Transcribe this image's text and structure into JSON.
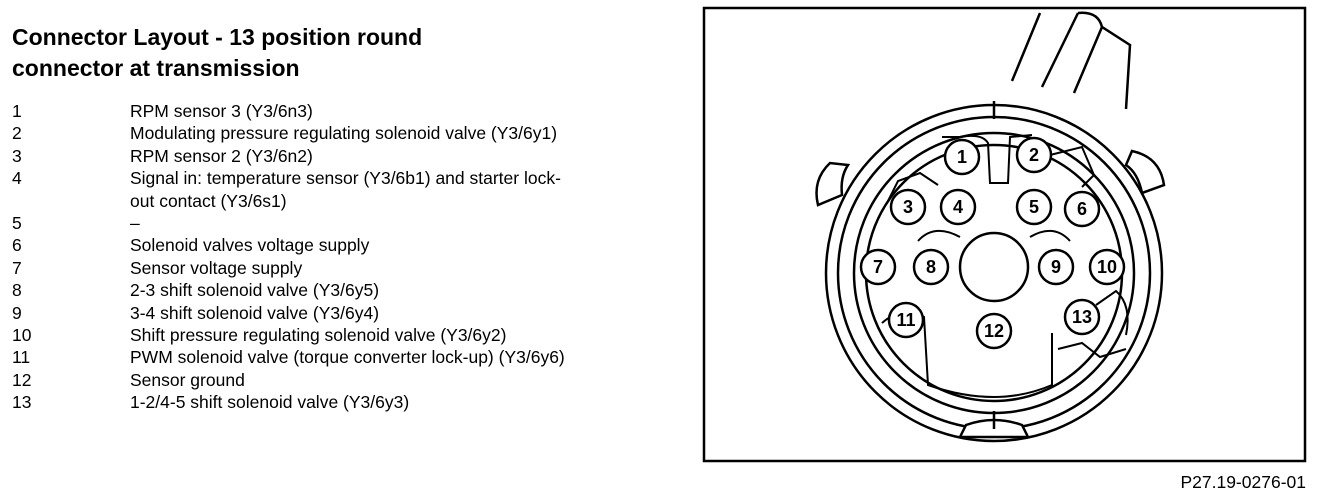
{
  "title": {
    "line1": "Connector Layout - 13 position round",
    "line2": "connector at transmission"
  },
  "pins": [
    {
      "num": "1",
      "desc": "RPM sensor 3 (Y3/6n3)"
    },
    {
      "num": "2",
      "desc": "Modulating pressure regulating solenoid valve (Y3/6y1)"
    },
    {
      "num": "3",
      "desc": "RPM sensor 2 (Y3/6n2)"
    },
    {
      "num": "4",
      "desc": "Signal in: temperature sensor (Y3/6b1) and starter lock-\nout contact (Y3/6s1)"
    },
    {
      "num": "5",
      "desc": "–"
    },
    {
      "num": "6",
      "desc": "Solenoid valves voltage supply"
    },
    {
      "num": "7",
      "desc": "Sensor voltage supply"
    },
    {
      "num": "8",
      "desc": "2-3 shift solenoid valve (Y3/6y5)"
    },
    {
      "num": "9",
      "desc": "3-4 shift solenoid valve (Y3/6y4)"
    },
    {
      "num": "10",
      "desc": "Shift pressure regulating solenoid valve (Y3/6y2)"
    },
    {
      "num": "11",
      "desc": "PWM solenoid valve (torque converter lock-up) (Y3/6y6)"
    },
    {
      "num": "12",
      "desc": "Sensor ground"
    },
    {
      "num": "13",
      "desc": "1-2/4-5 shift solenoid valve (Y3/6y3)"
    }
  ],
  "diagram": {
    "pin_labels": [
      "1",
      "2",
      "3",
      "4",
      "5",
      "6",
      "7",
      "8",
      "9",
      "10",
      "11",
      "12",
      "13"
    ]
  },
  "figure_code": "P27.19-0276-01"
}
